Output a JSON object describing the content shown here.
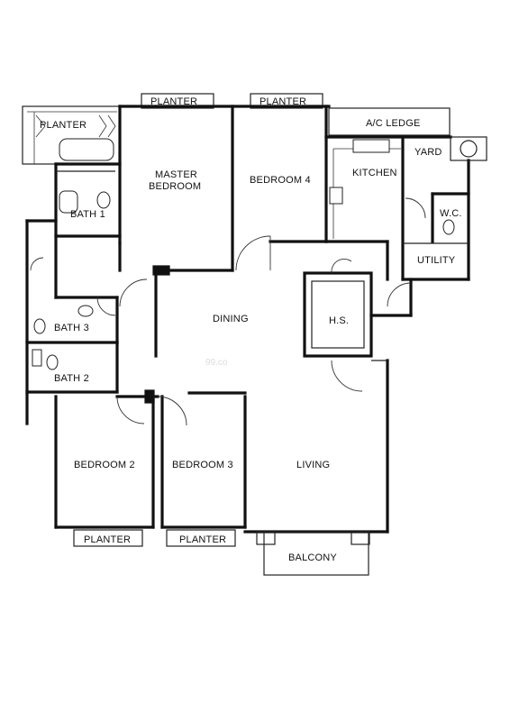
{
  "rooms": {
    "planter_top_1": "PLANTER",
    "planter_top_2": "PLANTER",
    "planter_left": "PLANTER",
    "ac_ledge": "A/C LEDGE",
    "master_line1": "MASTER",
    "master_line2": "BEDROOM",
    "bedroom4": "BEDROOM 4",
    "kitchen": "KITCHEN",
    "yard": "YARD",
    "wc": "W.C.",
    "utility": "UTILITY",
    "bath1": "BATH 1",
    "bath3": "BATH 3",
    "bath2": "BATH 2",
    "dining": "DINING",
    "hs": "H.S.",
    "bedroom2": "BEDROOM 2",
    "bedroom3": "BEDROOM 3",
    "living": "LIVING",
    "planter_bottom_1": "PLANTER",
    "planter_bottom_2": "PLANTER",
    "balcony": "BALCONY"
  },
  "watermark": "99.co"
}
